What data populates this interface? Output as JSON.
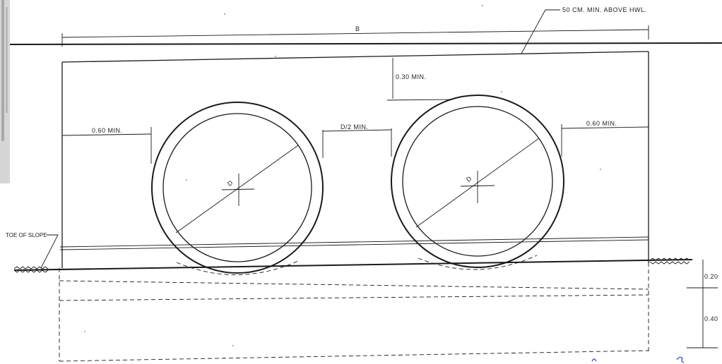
{
  "labels": {
    "b": "B",
    "freeboard": "50 CM. MIN. ABOVE HWL.",
    "cover": "0.30 MIN.",
    "left_clearance": "0.60 MIN.",
    "pipe_spacing": "D/2 MIN.",
    "right_clearance": "0.60 MIN.",
    "diameter_left": "D",
    "diameter_right": "D",
    "toe": "TOE OF SLOPE",
    "depth_1": "0.20",
    "depth_2": "0.40"
  }
}
